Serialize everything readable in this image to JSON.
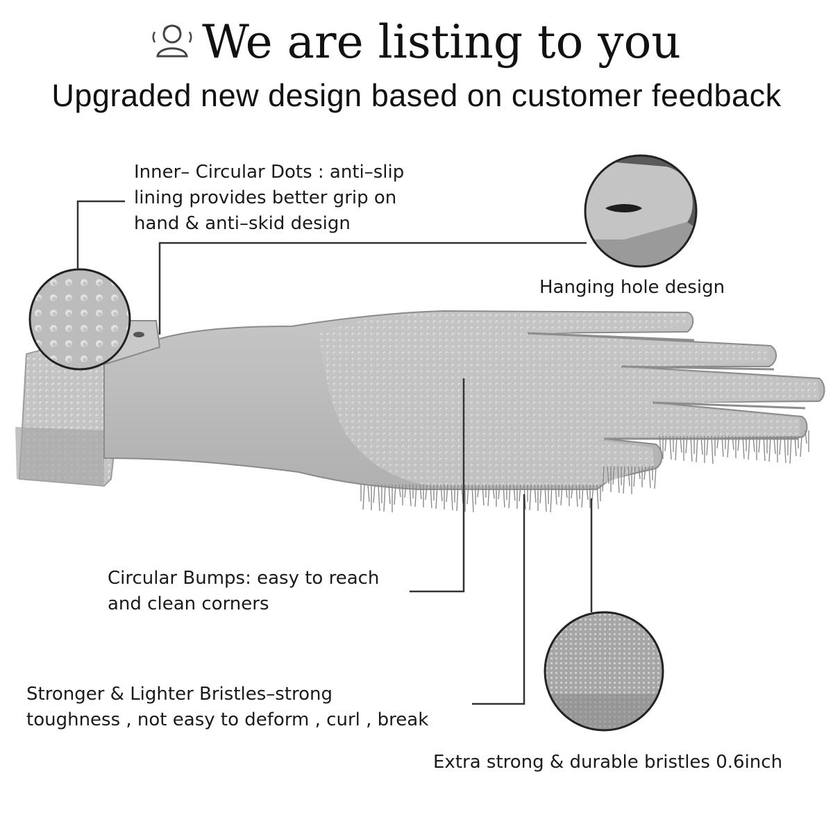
{
  "header": {
    "icon": "person-listening-icon",
    "title": "We are listing to you",
    "subtitle": "Upgraded new design based on customer feedback"
  },
  "callouts": {
    "inner_dots": {
      "line1": "Inner– Circular Dots : anti–slip",
      "line2": "lining provides better grip on",
      "line3": "hand & anti–skid design"
    },
    "hanging_hole": {
      "text": "Hanging hole design"
    },
    "circular_bumps": {
      "line1": "Circular Bumps: easy to reach",
      "line2": "and clean corners"
    },
    "bristles": {
      "line1": "Stronger & Lighter Bristles–strong",
      "line2": "toughness , not easy to deform , curl , break"
    },
    "durable": {
      "text": "Extra strong & durable bristles 0.6inch"
    }
  },
  "colors": {
    "glove": "#bdbdbd",
    "glove_dark": "#8f8f8f",
    "line": "#333333",
    "text": "#1a1a1a"
  }
}
